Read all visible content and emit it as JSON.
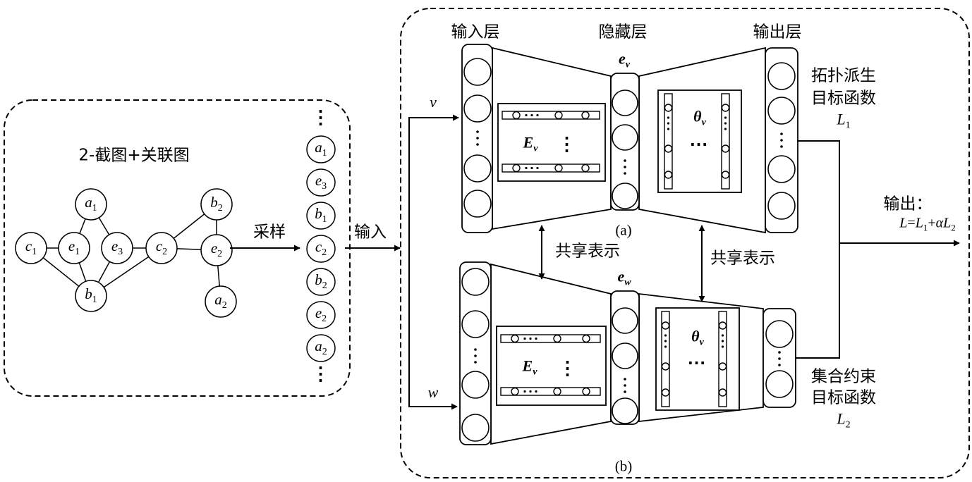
{
  "graph": {
    "title": "2-截图+关联图",
    "nodes": [
      {
        "id": "a1",
        "letter": "a",
        "sub": "1"
      },
      {
        "id": "c1",
        "letter": "c",
        "sub": "1"
      },
      {
        "id": "e1",
        "letter": "e",
        "sub": "1"
      },
      {
        "id": "e3",
        "letter": "e",
        "sub": "3"
      },
      {
        "id": "c2",
        "letter": "c",
        "sub": "2"
      },
      {
        "id": "b1",
        "letter": "b",
        "sub": "1"
      },
      {
        "id": "b2",
        "letter": "b",
        "sub": "2"
      },
      {
        "id": "e2",
        "letter": "e",
        "sub": "2"
      },
      {
        "id": "a2",
        "letter": "a",
        "sub": "2"
      }
    ],
    "edges": [
      [
        "c1",
        "e1"
      ],
      [
        "c1",
        "b1"
      ],
      [
        "e1",
        "a1"
      ],
      [
        "e1",
        "b1"
      ],
      [
        "a1",
        "e3"
      ],
      [
        "e3",
        "b1"
      ],
      [
        "e3",
        "c2"
      ],
      [
        "c2",
        "b1"
      ],
      [
        "c2",
        "b2"
      ],
      [
        "c2",
        "e2"
      ],
      [
        "b2",
        "e2"
      ],
      [
        "e2",
        "a2"
      ]
    ]
  },
  "sampling_label": "采样",
  "sequence": [
    {
      "letter": "a",
      "sub": "1"
    },
    {
      "letter": "e",
      "sub": "3"
    },
    {
      "letter": "b",
      "sub": "1"
    },
    {
      "letter": "c",
      "sub": "2"
    },
    {
      "letter": "b",
      "sub": "2"
    },
    {
      "letter": "e",
      "sub": "2"
    },
    {
      "letter": "a",
      "sub": "2"
    }
  ],
  "ellipsis_v": "⋮",
  "ellipsis_h": "⋯",
  "input_label": "输入",
  "layers": {
    "input": "输入层",
    "hidden": "隐藏层",
    "output": "输出层"
  },
  "vars": {
    "v": "v",
    "w": "w",
    "e_v": {
      "main": "e",
      "sub": "v"
    },
    "e_w": {
      "main": "e",
      "sub": "w"
    },
    "E_v": {
      "main": "E",
      "sub": "v"
    },
    "theta_v": {
      "main": "θ",
      "sub": "v"
    }
  },
  "panel_a": "(a)",
  "panel_b": "(b)",
  "shared_repr": "共享表示",
  "objective_1": {
    "line1": "拓扑派生",
    "line2": "目标函数",
    "symbol": {
      "main": "L",
      "sub": "1"
    }
  },
  "objective_2": {
    "line1": "集合约束",
    "line2": "目标函数",
    "symbol": {
      "main": "L",
      "sub": "2"
    }
  },
  "output": {
    "label": "输出：",
    "formula": {
      "lhs": "L",
      "eq": "=",
      "t1": "L",
      "t1_sub": "1",
      "plus": "+",
      "alpha": "α",
      "t2": "L",
      "t2_sub": "2"
    }
  }
}
